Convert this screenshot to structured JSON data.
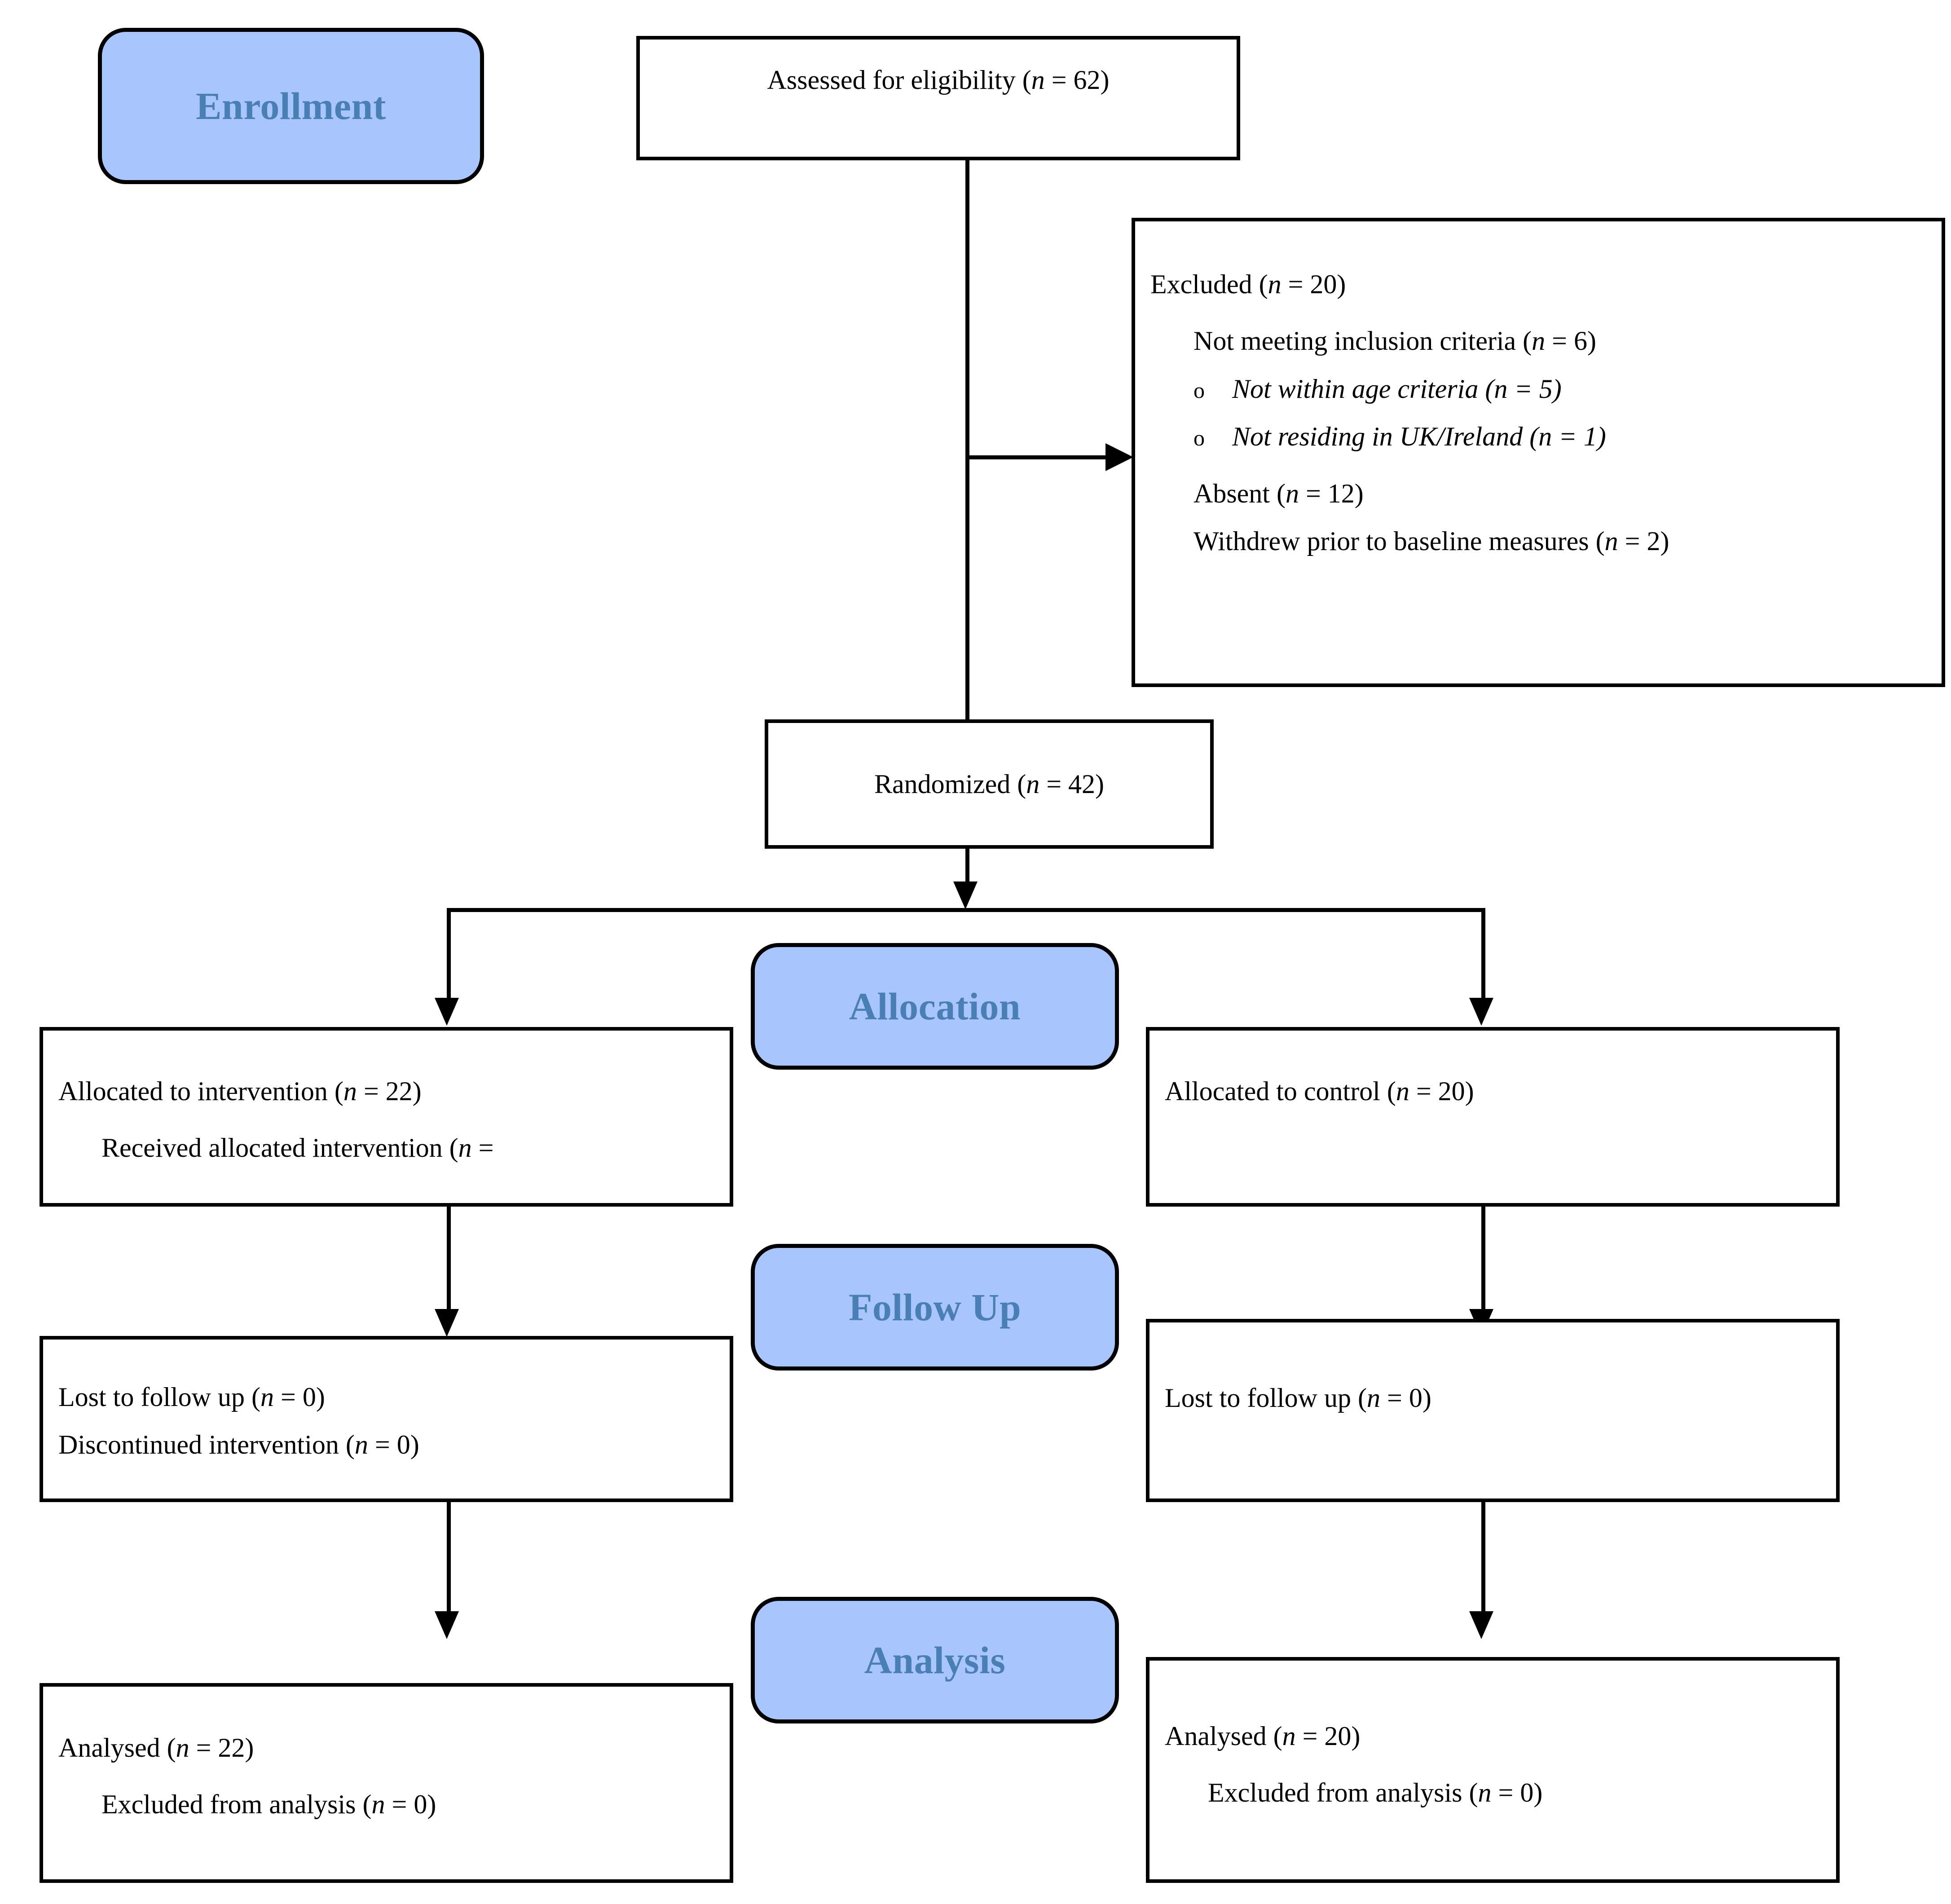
{
  "diagram": {
    "title": "CONSORT participant flow diagram",
    "accent_badge_fill": "#a8c6fd",
    "accent_badge_text": "#4a7fb5",
    "line_color": "#000000",
    "box_border_color": "#000000",
    "box_fill": "#ffffff"
  },
  "stages": {
    "enrollment": "Enrollment",
    "allocation": "Allocation",
    "follow_up": "Follow Up",
    "analysis": "Analysis"
  },
  "boxes": {
    "assessed": {
      "line1": "Assessed for eligibility (n = 62)"
    },
    "excluded": {
      "heading": "Excluded (n = 20)",
      "item1": "Not meeting inclusion criteria (n = 6)",
      "bullet_mark": "o",
      "sub1": "Not within age criteria (n = 5)",
      "sub2": "Not residing in UK/Ireland (n = 1)",
      "item2": "Absent (n = 12)",
      "item3": "Withdrew prior to baseline measures (n = 2)"
    },
    "randomized": {
      "line1": "Randomized (n = 42)"
    },
    "alloc_intervention": {
      "line1": "Allocated to intervention (n = 22)",
      "line2": "Received allocated intervention (n ="
    },
    "alloc_control": {
      "line1": "Allocated to control (n = 20)"
    },
    "followup_intervention": {
      "line1": "Lost to follow up (n = 0)",
      "line2": "Discontinued intervention (n = 0)"
    },
    "followup_control": {
      "line1": "Lost to follow up (n = 0)"
    },
    "analysis_intervention": {
      "line1": "Analysed (n = 22)",
      "line2": "Excluded from analysis (n = 0)"
    },
    "analysis_control": {
      "line1": "Analysed (n = 20)",
      "line2": "Excluded from analysis (n = 0)"
    }
  }
}
